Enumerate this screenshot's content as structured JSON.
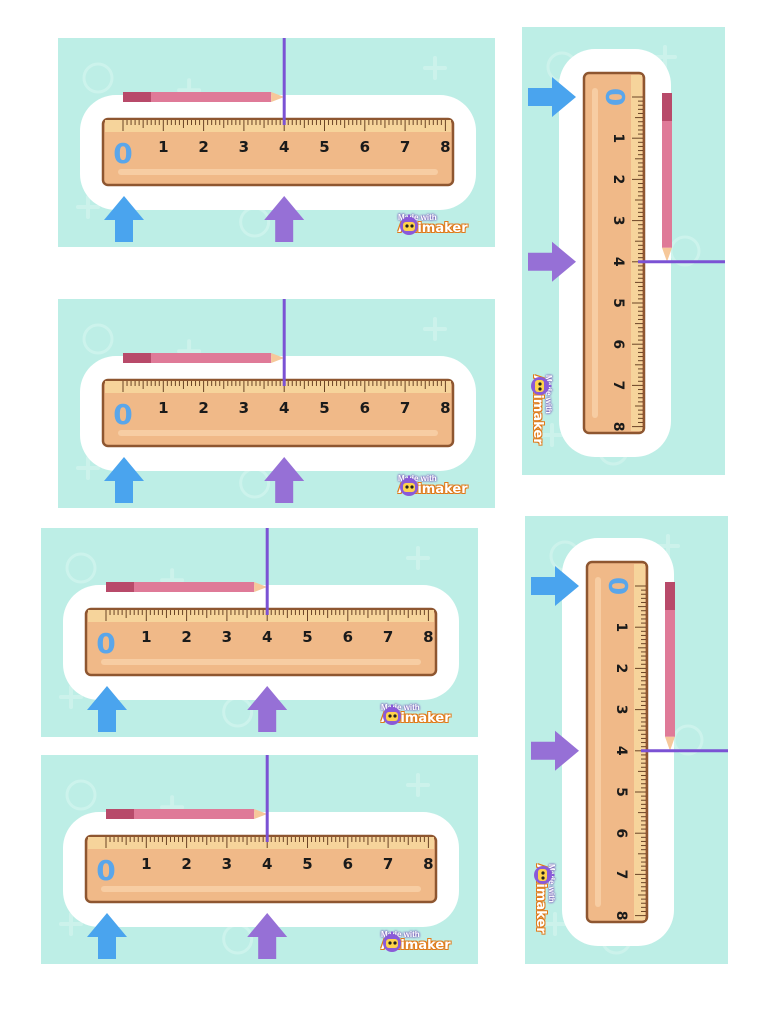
{
  "colors": {
    "background": "#bdeee6",
    "frame": "#ffffff",
    "ruler_fill": "#f0b988",
    "ruler_border": "#8e5630",
    "zero_label": "#5aa6ea",
    "numbers": "#1a1a1a",
    "pencil": "#df7a98",
    "pencil_end": "#b84a6a",
    "marker_line": "#7b52d4",
    "arrow_blue": "#4aa4ee",
    "arrow_purple": "#9670d6"
  },
  "ruler": {
    "numbers": [
      "0",
      "1",
      "2",
      "3",
      "4",
      "5",
      "6",
      "7",
      "8"
    ],
    "marked_value": 4
  },
  "watermark": {
    "made_with": "Made with",
    "brand": "Animaker"
  },
  "icons": {
    "left_arrow": "blue-arrow-icon",
    "right_arrow": "purple-arrow-icon",
    "pencil": "pencil-icon",
    "logo": "animaker-robot-icon"
  }
}
